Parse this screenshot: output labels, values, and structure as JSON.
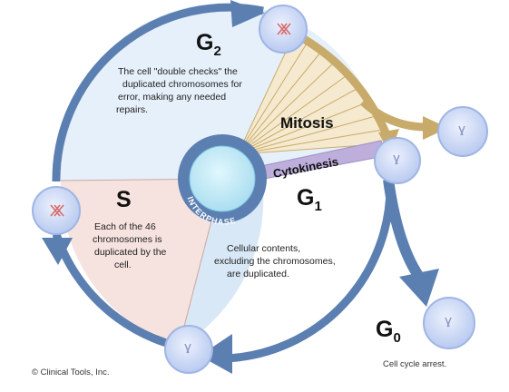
{
  "phases": {
    "g2": {
      "label": "G",
      "sub": "2",
      "description": [
        "The cell \"double checks\" the",
        "duplicated chromosomes for",
        "error, making any needed",
        "repairs."
      ]
    },
    "s": {
      "label": "S",
      "description": [
        "Each of the 46",
        "chromosomes is",
        "duplicated by the",
        "cell."
      ]
    },
    "g1": {
      "label": "G",
      "sub": "1",
      "description": [
        "Cellular contents,",
        "excluding the chromosomes,",
        "are duplicated."
      ]
    },
    "g0": {
      "label": "G",
      "sub": "0",
      "description": "Cell cycle arrest."
    },
    "mitosis": {
      "label": "Mitosis"
    },
    "cytokinesis": {
      "label": "Cytokinesis"
    },
    "interphase": {
      "label": "INTERPHASE"
    }
  },
  "copyright": "© Clinical Tools, Inc.",
  "colors": {
    "g2_sector": "#e4eff9",
    "s_sector": "#f5e0dc",
    "g1_sector": "#d8e8f6",
    "ring": "#5b7fb1",
    "mitosis_band": "#f4e8c9",
    "mitosis_arrow": "#c8aa6a",
    "cytokinesis_band": "#b9a9d6",
    "cell_fill": "#c8d7f2",
    "cell_stroke": "#8ea8de",
    "center_fill": "#c5ecf7"
  },
  "icons": [
    "cell-icon",
    "arrow-icon"
  ]
}
